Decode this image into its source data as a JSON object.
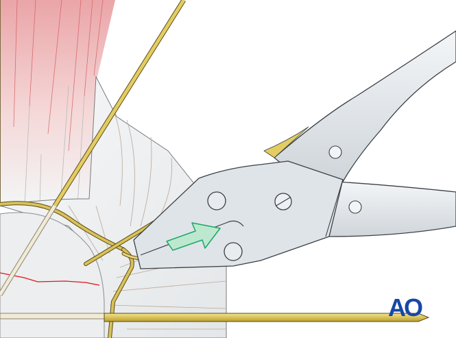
{
  "illustration": {
    "subject": "Tension band wiring: tightening the wire loop with pliers",
    "elements": [
      "muscle-tendon",
      "bone",
      "fracture-line",
      "kirschner-wire",
      "cerclage-wire",
      "wire-tightening-pliers",
      "direction-arrow"
    ],
    "logo_text": "AO"
  },
  "colors": {
    "muscle": "#e9a9ab",
    "muscle_fiber": "#d65c62",
    "bone": "#f1f3f4",
    "bone_edge": "#7a7a7a",
    "wire": "#d9c25a",
    "wire_edge": "#5a4a14",
    "pliers": "#dde2e6",
    "pliers_light": "#f2f5f7",
    "pliers_edge": "#3b3f44",
    "arrow_fill": "#bde8cf",
    "arrow_stroke": "#19a866",
    "fracture": "#e3131b",
    "logo": "#1747a6"
  }
}
